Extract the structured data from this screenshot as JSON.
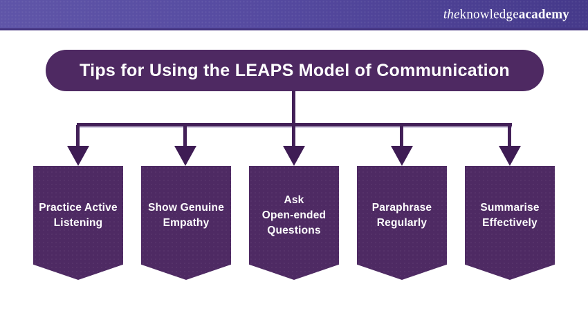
{
  "header": {
    "logo_the": "the",
    "logo_knowledge": "knowledge",
    "logo_academy": "academy"
  },
  "title": "Tips for Using the LEAPS Model of Communication",
  "tips": [
    {
      "label": "Practice Active\nListening"
    },
    {
      "label": "Show Genuine\nEmpathy"
    },
    {
      "label": "Ask\nOpen-ended\nQuestions"
    },
    {
      "label": "Paraphrase\nRegularly"
    },
    {
      "label": "Summarise\nEffectively"
    }
  ],
  "colors": {
    "header_gradient_start": "#5f55a8",
    "header_gradient_end": "#45398a",
    "title_box": "#4e2962",
    "banner": "#4e2a63",
    "connector": "#432058",
    "arrowhead": "#3e1c54",
    "text": "#ffffff"
  }
}
